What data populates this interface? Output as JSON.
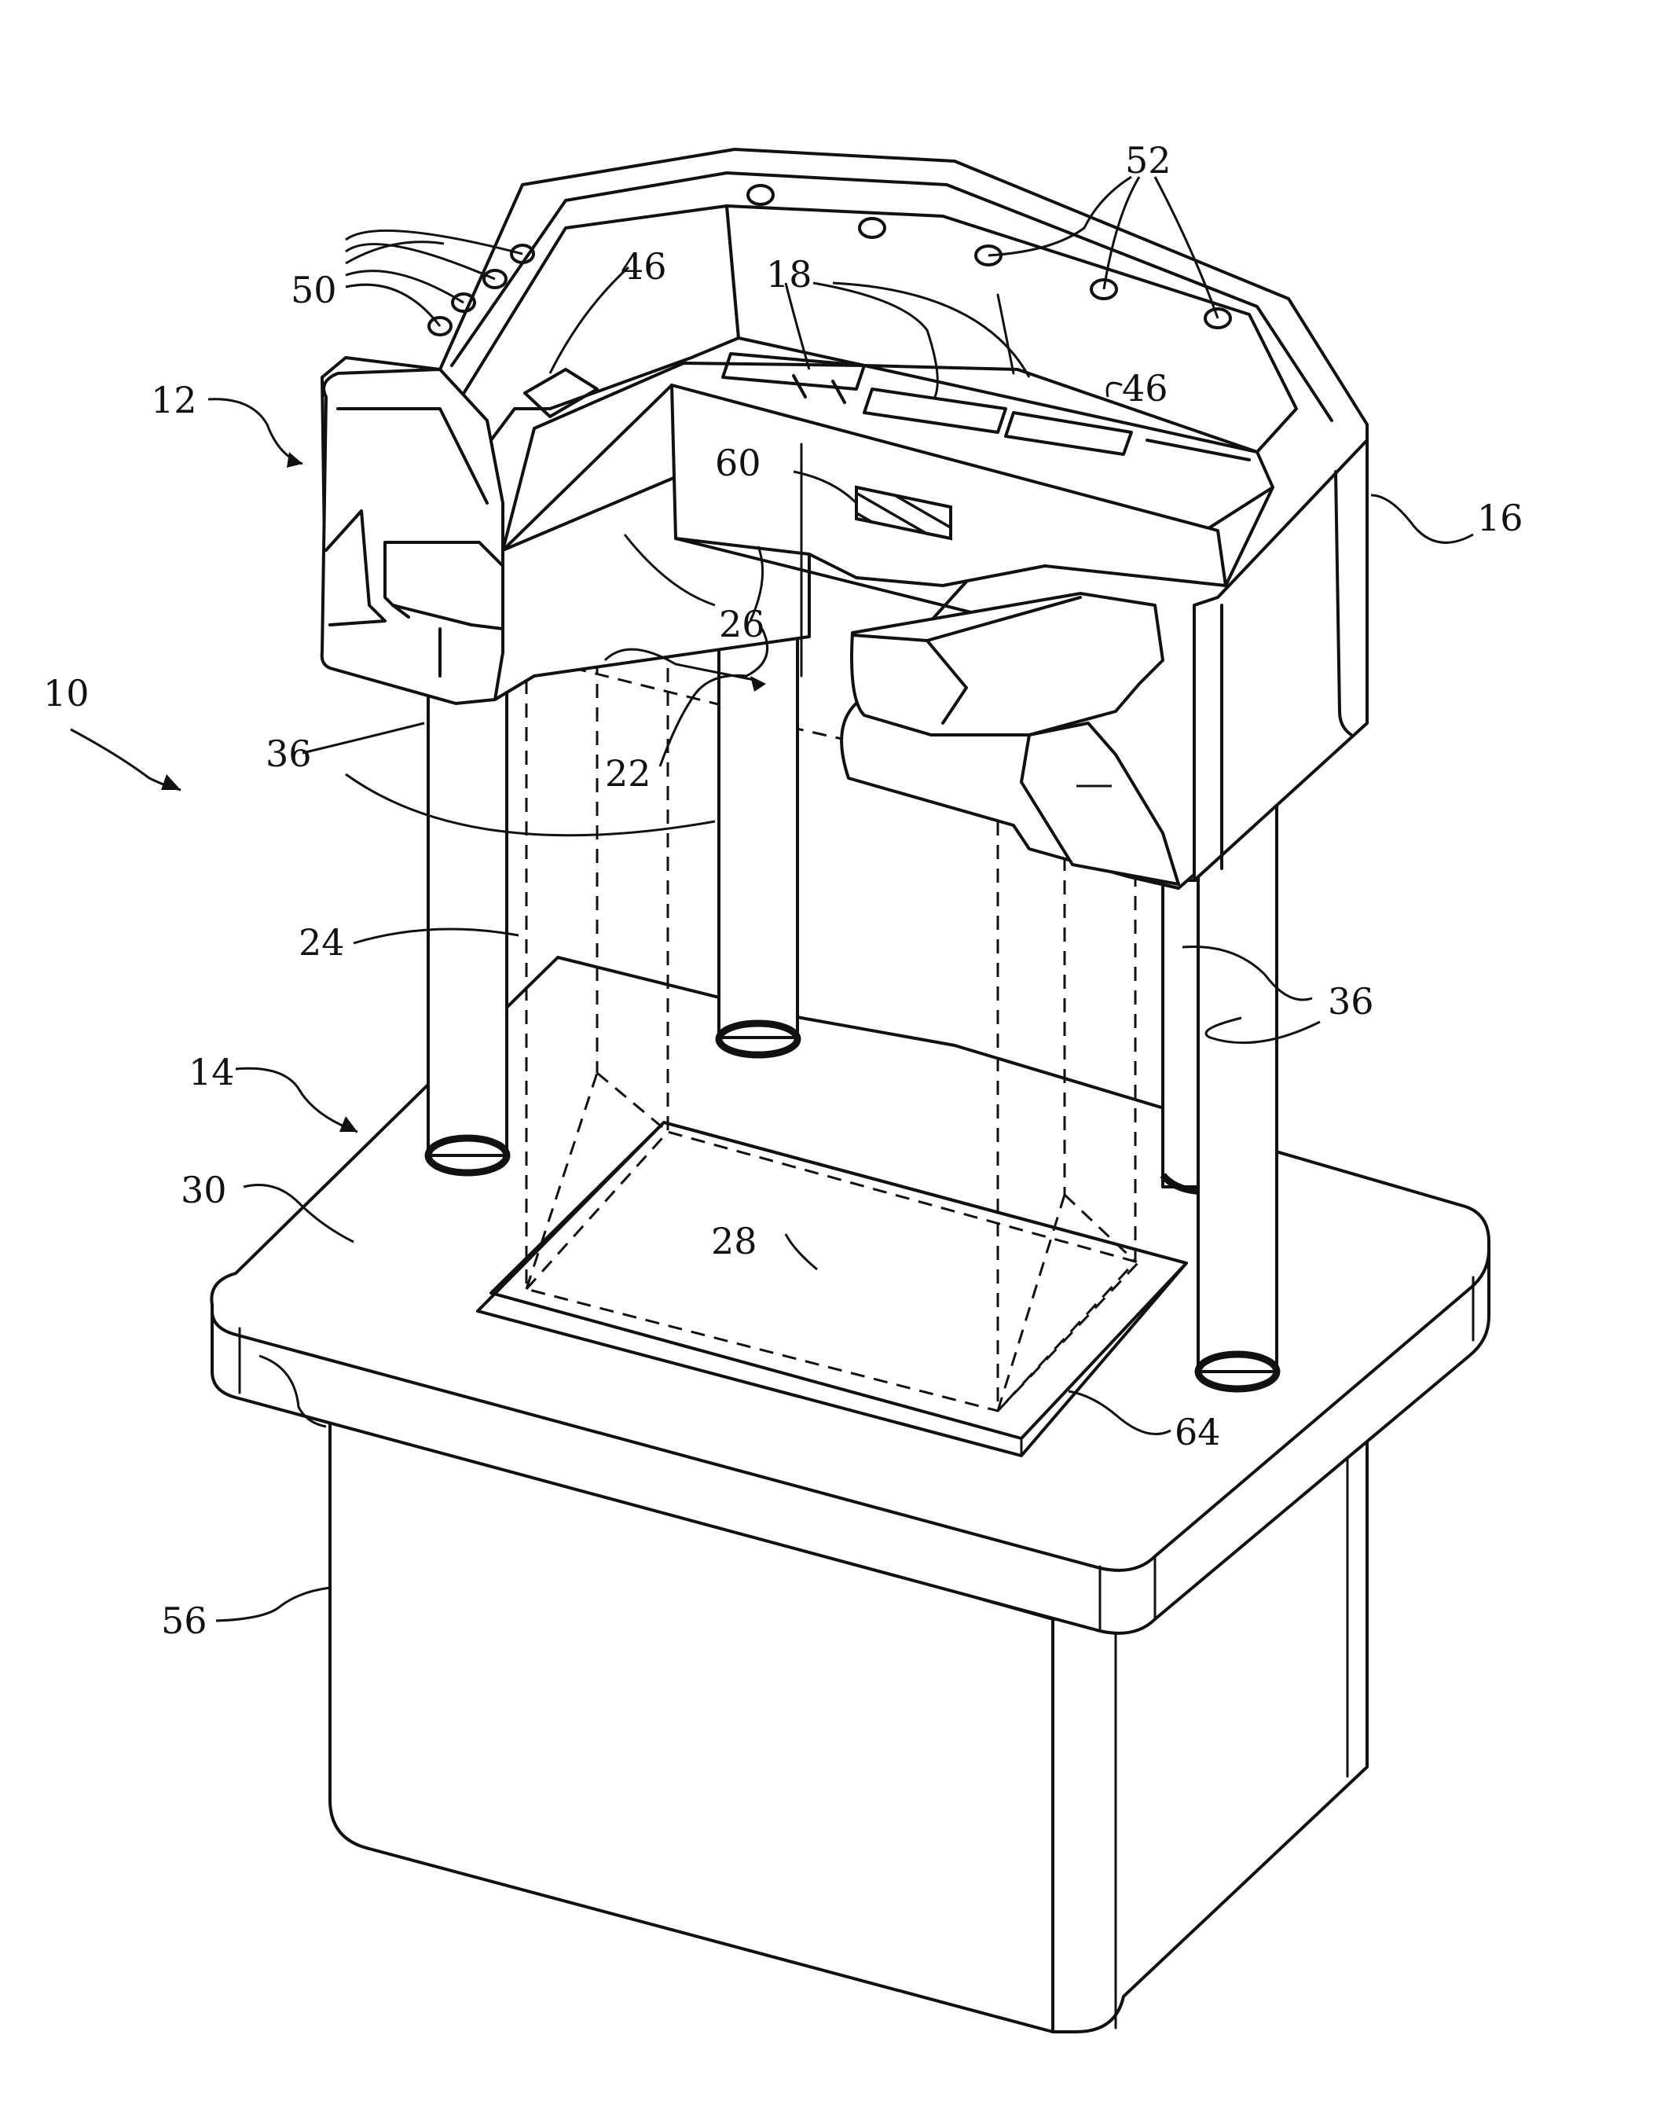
{
  "figure": {
    "labels": {
      "ref_10": "10",
      "ref_12": "12",
      "ref_14": "14",
      "ref_16": "16",
      "ref_18": "18",
      "ref_22": "22",
      "ref_24": "24",
      "ref_26": "26",
      "ref_28": "28",
      "ref_30": "30",
      "ref_36": "36",
      "ref_46": "46",
      "ref_50": "50",
      "ref_52": "52",
      "ref_56": "56",
      "ref_60": "60",
      "ref_64": "64"
    }
  }
}
